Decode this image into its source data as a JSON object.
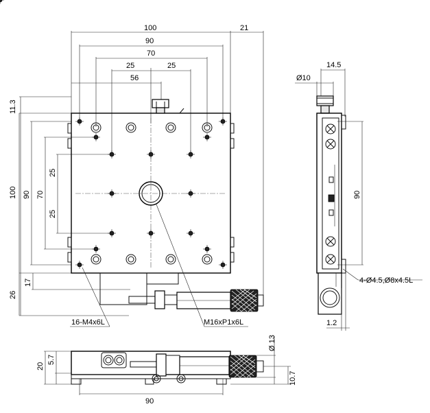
{
  "top_view": {
    "dim_100_top": "100",
    "dim_21": "21",
    "dim_90_top": "90",
    "dim_70_top": "70",
    "dim_25_left": "25",
    "dim_25_right": "25",
    "dim_56": "56",
    "dim_11_3": "11.3",
    "dim_100_left": "100",
    "dim_90_left": "90",
    "dim_70_left": "70",
    "dim_25_upper": "25",
    "dim_25_lower": "25",
    "dim_17": "17",
    "dim_26": "26",
    "callout_holes": "16-M4x6L",
    "callout_center": "M16xP1x6L"
  },
  "side_view": {
    "dim_14_5": "14.5",
    "dim_dia10": "Ø10",
    "dim_90": "90",
    "callout_mount": "4-Ø4.5,Ø8x4.5L",
    "dim_1_2": "1.2"
  },
  "front_view": {
    "dim_20": "20",
    "dim_5_7": "5.7",
    "dim_dia13": "Ø 13",
    "dim_10_7": "10.7",
    "dim_90_bottom": "90"
  }
}
